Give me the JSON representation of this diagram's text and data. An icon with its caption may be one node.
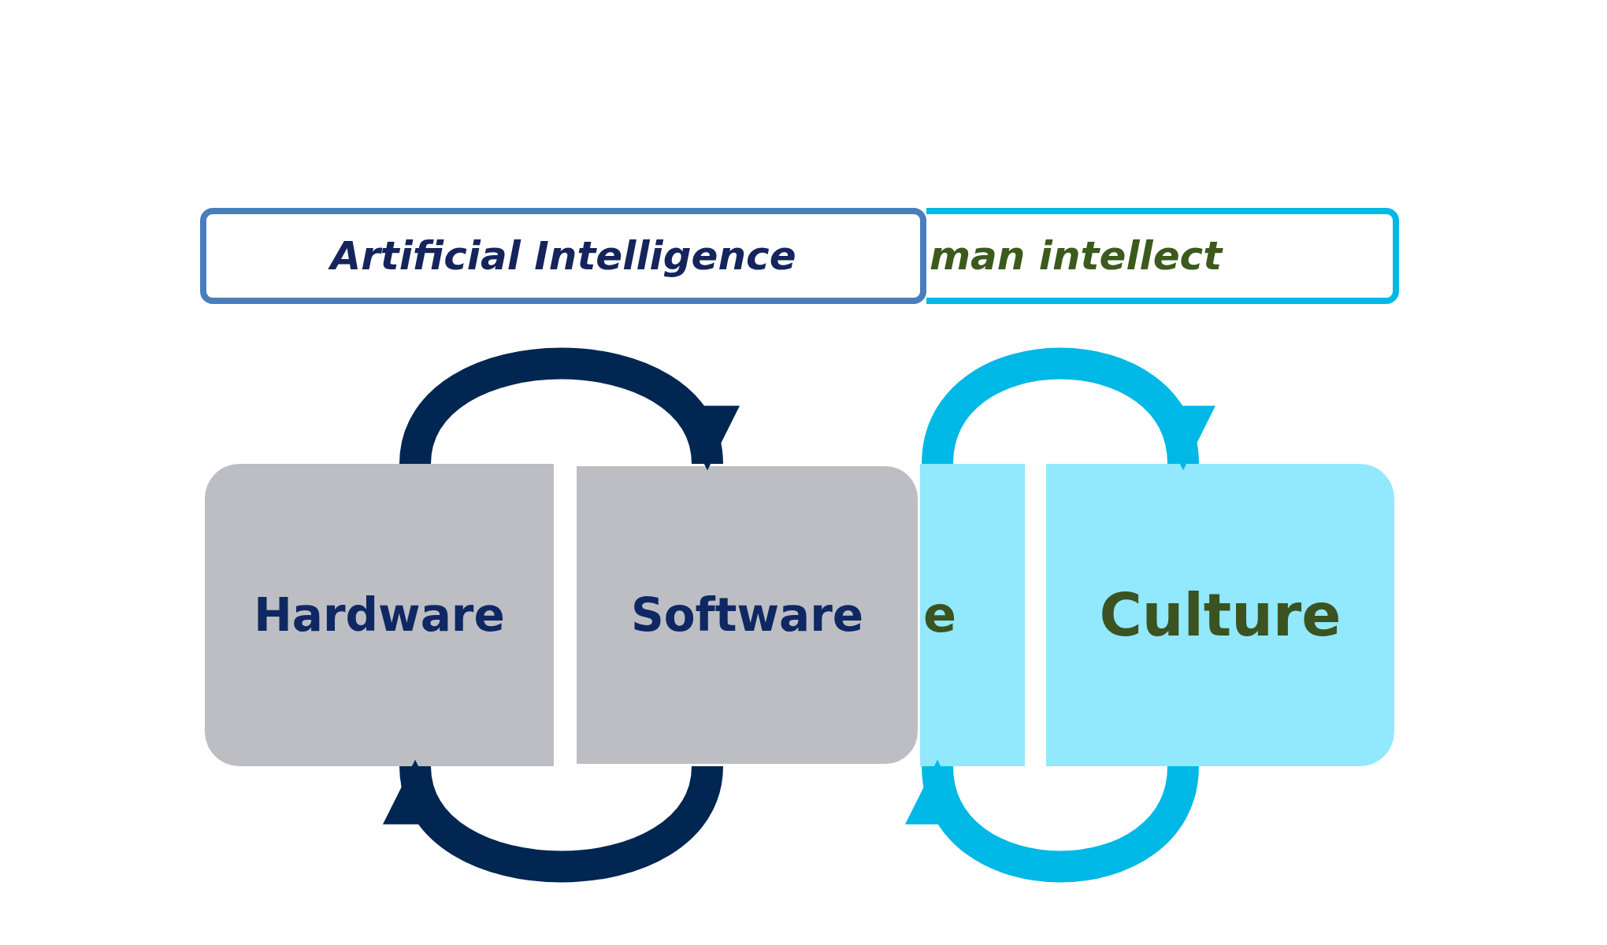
{
  "diagram": {
    "nodes": [
      {
        "text": [
          "Artificial Intelligence"
        ]
      },
      {
        "text": [
          "man intellect"
        ]
      },
      {
        "text": [
          "Hardware"
        ]
      },
      {
        "text": [
          "Software"
        ]
      },
      {
        "text": [
          "e"
        ]
      },
      {
        "text": [
          "Culture"
        ]
      }
    ],
    "edges": [
      {
        "from": 2,
        "to": 3,
        "arrow": "to",
        "color": "#002651"
      },
      {
        "from": 3,
        "to": 2,
        "arrow": "to",
        "color": "#002651"
      },
      {
        "from": 4,
        "to": 5,
        "arrow": "to",
        "color": "#00b8e6"
      },
      {
        "from": 5,
        "to": 4,
        "arrow": "to",
        "color": "#00b8e6"
      }
    ]
  }
}
